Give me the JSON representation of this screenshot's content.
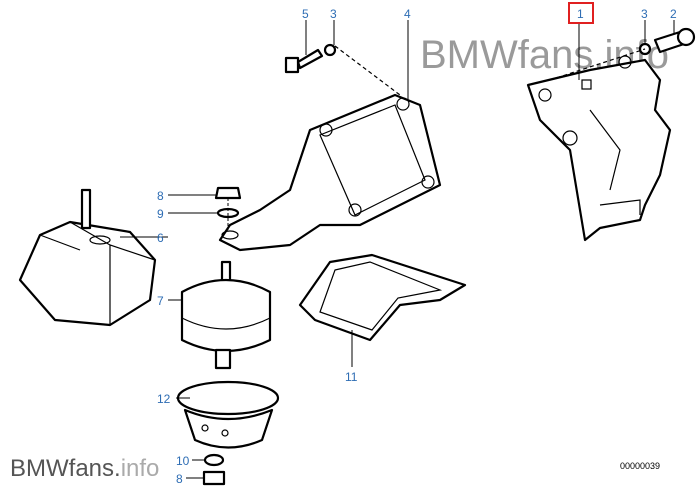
{
  "watermark": {
    "top": "BMWfans.info",
    "bottom_brand": "BMWfans.",
    "bottom_suffix": "info"
  },
  "diagram_code": "00000039",
  "highlight_color": "#e02020",
  "label_color": "#2e6db4",
  "callouts": [
    {
      "id": "c5",
      "label": "5",
      "part": "bolt"
    },
    {
      "id": "c3a",
      "label": "3",
      "part": "washer"
    },
    {
      "id": "c4",
      "label": "4",
      "part": "engine-bracket"
    },
    {
      "id": "c1",
      "label": "1",
      "part": "bracket",
      "highlighted": true
    },
    {
      "id": "c3b",
      "label": "3",
      "part": "washer"
    },
    {
      "id": "c2",
      "label": "2",
      "part": "bolt"
    },
    {
      "id": "c8a",
      "label": "8",
      "part": "nut"
    },
    {
      "id": "c9",
      "label": "9",
      "part": "washer"
    },
    {
      "id": "c6",
      "label": "6",
      "part": "engine-mount"
    },
    {
      "id": "c7",
      "label": "7",
      "part": "rubber-mount"
    },
    {
      "id": "c11",
      "label": "11",
      "part": "heat-shield"
    },
    {
      "id": "c12",
      "label": "12",
      "part": "mount-cup"
    },
    {
      "id": "c10",
      "label": "10",
      "part": "washer"
    },
    {
      "id": "c8b",
      "label": "8",
      "part": "nut"
    }
  ]
}
